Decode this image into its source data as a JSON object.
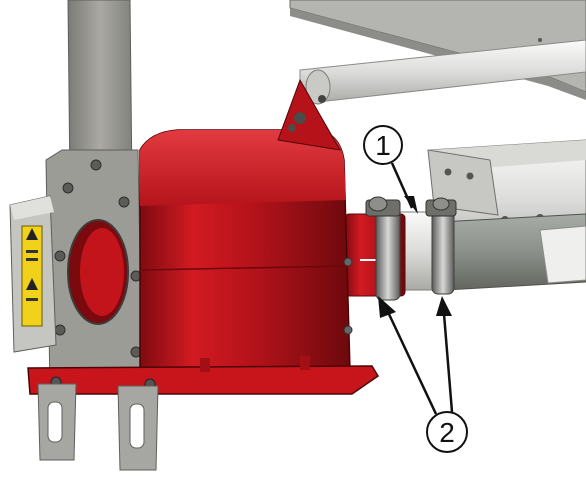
{
  "figure": {
    "type": "technical-assembly-illustration",
    "colors": {
      "housing_red": "#c8141b",
      "housing_red_dark": "#8e0d12",
      "steel_gray": "#9a9a96",
      "steel_dark": "#6f6f6b",
      "tube_white": "#e8e8e6",
      "hose_gray": "#8f948f",
      "label_yellow": "#f2d11a"
    },
    "callouts": [
      {
        "id": "callout-1",
        "label": "1"
      },
      {
        "id": "callout-2",
        "label": "2"
      }
    ]
  }
}
